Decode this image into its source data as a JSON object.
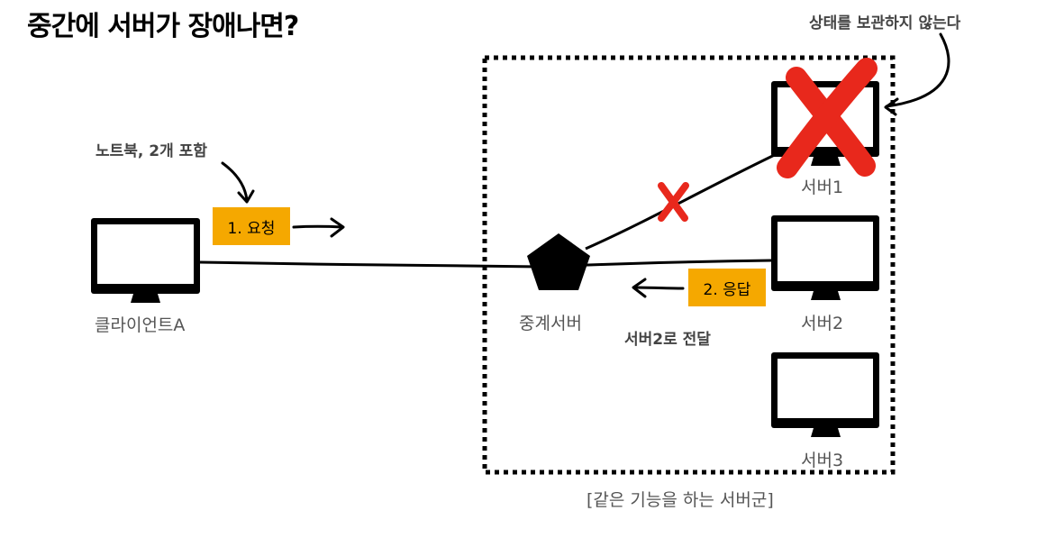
{
  "title": "중간에 서버가 장애나면?",
  "annotations": {
    "laptop_note": "노트북, 2개 포함",
    "stateless_note": "상태를 보관하지 않는다",
    "forward_note": "서버2로 전달"
  },
  "tags": {
    "request": "1. 요청",
    "response": "2. 응답"
  },
  "nodes": {
    "client": "클라이언트A",
    "proxy": "중계서버",
    "server1": "서버1",
    "server2": "서버2",
    "server3": "서버3"
  },
  "group_label": "[같은 기능을 하는 서버군]",
  "colors": {
    "failure_mark": "#e8281c",
    "tag_background": "#f5a800"
  },
  "icons": [
    "monitor-icon",
    "pentagon-icon",
    "cross-icon",
    "arrow-icon"
  ]
}
